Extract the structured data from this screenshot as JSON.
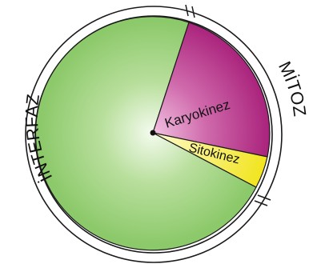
{
  "diagram": {
    "labels": {
      "interphase": "İNTERFAZ",
      "mitosis": "MİTOZ",
      "karyokinesis": "Karyokinez",
      "cytokinesis": "Sitokinez"
    },
    "colors": {
      "interphase": "#8cc96a",
      "interphase_center": "#f4fbef",
      "karyokinesis": "#b0287f",
      "karyokinesis_center": "#e39ac9",
      "cytokinesis": "#f3e81f",
      "outline": "#1a1a1a"
    }
  }
}
